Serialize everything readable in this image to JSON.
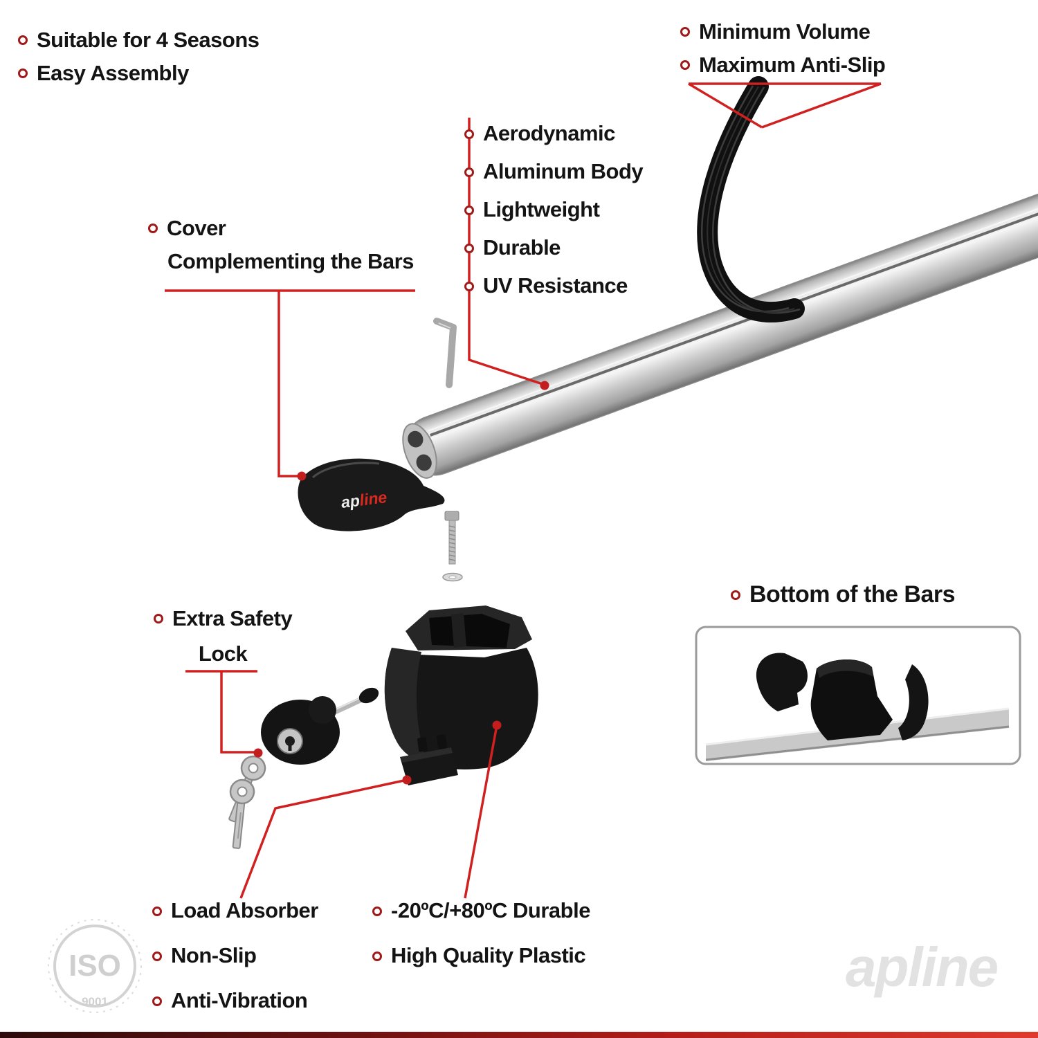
{
  "colors": {
    "accent": "#d02020",
    "bullet": "#a01a1a",
    "text": "#141414",
    "brand_red": "#d8291f",
    "watermark_gray": "#e2e2e2"
  },
  "top_left_features": {
    "items": [
      "Suitable for 4 Seasons",
      "Easy Assembly"
    ]
  },
  "top_right_features": {
    "items": [
      "Minimum Volume",
      "Maximum Anti-Slip"
    ]
  },
  "bar_features": {
    "items": [
      "Aerodynamic",
      "Aluminum Body",
      "Lightweight",
      "Durable",
      "UV Resistance"
    ]
  },
  "cover_label": {
    "line1": "Cover",
    "line2": "Complementing the Bars"
  },
  "lock_label": {
    "line1": "Extra Safety",
    "line2": "Lock"
  },
  "bottom_bars_label": "Bottom of the Bars",
  "bottom_left_features": {
    "items": [
      "Load Absorber",
      "Non-Slip",
      "Anti-Vibration"
    ]
  },
  "bottom_mid_features": {
    "items": [
      "-20ºC/+80ºC Durable",
      "High Quality Plastic"
    ]
  },
  "brand": {
    "part1": "ap",
    "part2": "line",
    "watermark": "apline"
  },
  "iso_badge": {
    "title": "ISO",
    "subtitle": "9001"
  }
}
